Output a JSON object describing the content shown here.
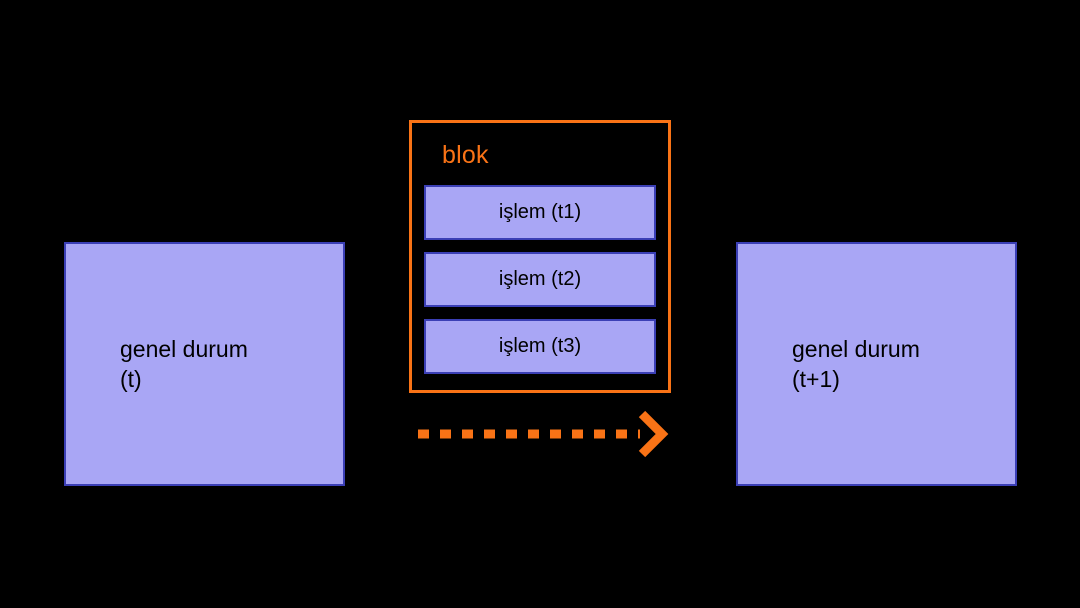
{
  "diagram": {
    "title": "blok",
    "background_color": "#000000",
    "box_fill": "#a9a6f5",
    "box_border": "#3b3fb5",
    "accent_color": "#f97316",
    "text_color": "#000000",
    "states": {
      "before": {
        "label_line1": "genel durum",
        "label_line2": "(t)"
      },
      "after": {
        "label_line1": "genel durum",
        "label_line2": "(t+1)"
      }
    },
    "block": {
      "label": "blok",
      "transactions": [
        {
          "label": "işlem (t1)"
        },
        {
          "label": "işlem (t2)"
        },
        {
          "label": "işlem (t3)"
        }
      ]
    },
    "arrow": {
      "style": "dashed",
      "direction": "right",
      "head": "chevron",
      "color": "#f97316"
    }
  }
}
